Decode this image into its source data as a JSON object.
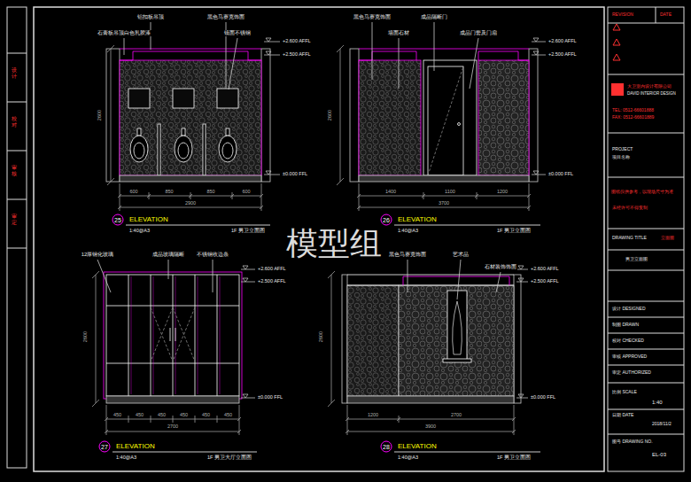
{
  "diagram": {
    "nodes": [
      {
        "text": [
          "25"
        ]
      },
      {
        "text": [
          "26"
        ]
      },
      {
        "text": [
          "27"
        ]
      },
      {
        "text": [
          "28"
        ]
      }
    ],
    "labels": [
      "铝扣板吊顶",
      "黑色马赛克饰面",
      "石膏板吊顶白色乳胶漆",
      "镜面不锈钢",
      "+2.600 AFFL",
      "+2.500 AFFL",
      "±0.000 FFL",
      "2600",
      "600",
      "850",
      "850",
      "600",
      "2900",
      "ELEVATION",
      "1:40@A3",
      "1F 男卫立面图",
      "黑色马赛克饰面",
      "成品隔断门",
      "墙面石材",
      "成品门套及门扇",
      "+2.600 AFFL",
      "+2.500 AFFL",
      "±0.000 FFL",
      "2600",
      "1400",
      "1100",
      "1200",
      "3700",
      "ELEVATION",
      "1:40@A3",
      "1F 男卫立面图",
      "12厚钢化玻璃",
      "成品玻璃隔断",
      "不锈钢收边条",
      "+2.600 AFFL",
      "+2.500 AFFL",
      "±0.000 FFL",
      "2600",
      "450",
      "450",
      "450",
      "450",
      "450",
      "450",
      "2700",
      "ELEVATION",
      "1:40@A3",
      "1F 男卫大厅立面图",
      "黑色马赛克饰面",
      "艺术品",
      "石材装饰饰面",
      "+2.600 AFFL",
      "+2.500 AFFL",
      "±0.000 FFL",
      "2600",
      "1200",
      "2700",
      "3900",
      "ELEVATION",
      "1:40@A3",
      "1F 男卫立面图",
      "模型组",
      "设计",
      "校对",
      "审核",
      "审定",
      "REVISION",
      "DATE",
      "大卫室内设计有限公司",
      "DAVID INTERIOR DESIGN",
      "TEL: 0512-66601888",
      "FAX: 0512-66601889",
      "PROJECT",
      "项目名称",
      "图纸仅供参考，以现场尺寸为准",
      "未经许可不得复制",
      "DRAWING TITLE",
      "立面图",
      "男卫立面图",
      "设计 DESIGNED",
      "制图 DRAWN",
      "校对 CHECKED",
      "审核 APPROVED",
      "审定 AUTHORIZED",
      "比例 SCALE",
      "1:40",
      "日期 DATE",
      "2018/11/2",
      "图号 DRAWING NO.",
      "EL-03"
    ]
  }
}
